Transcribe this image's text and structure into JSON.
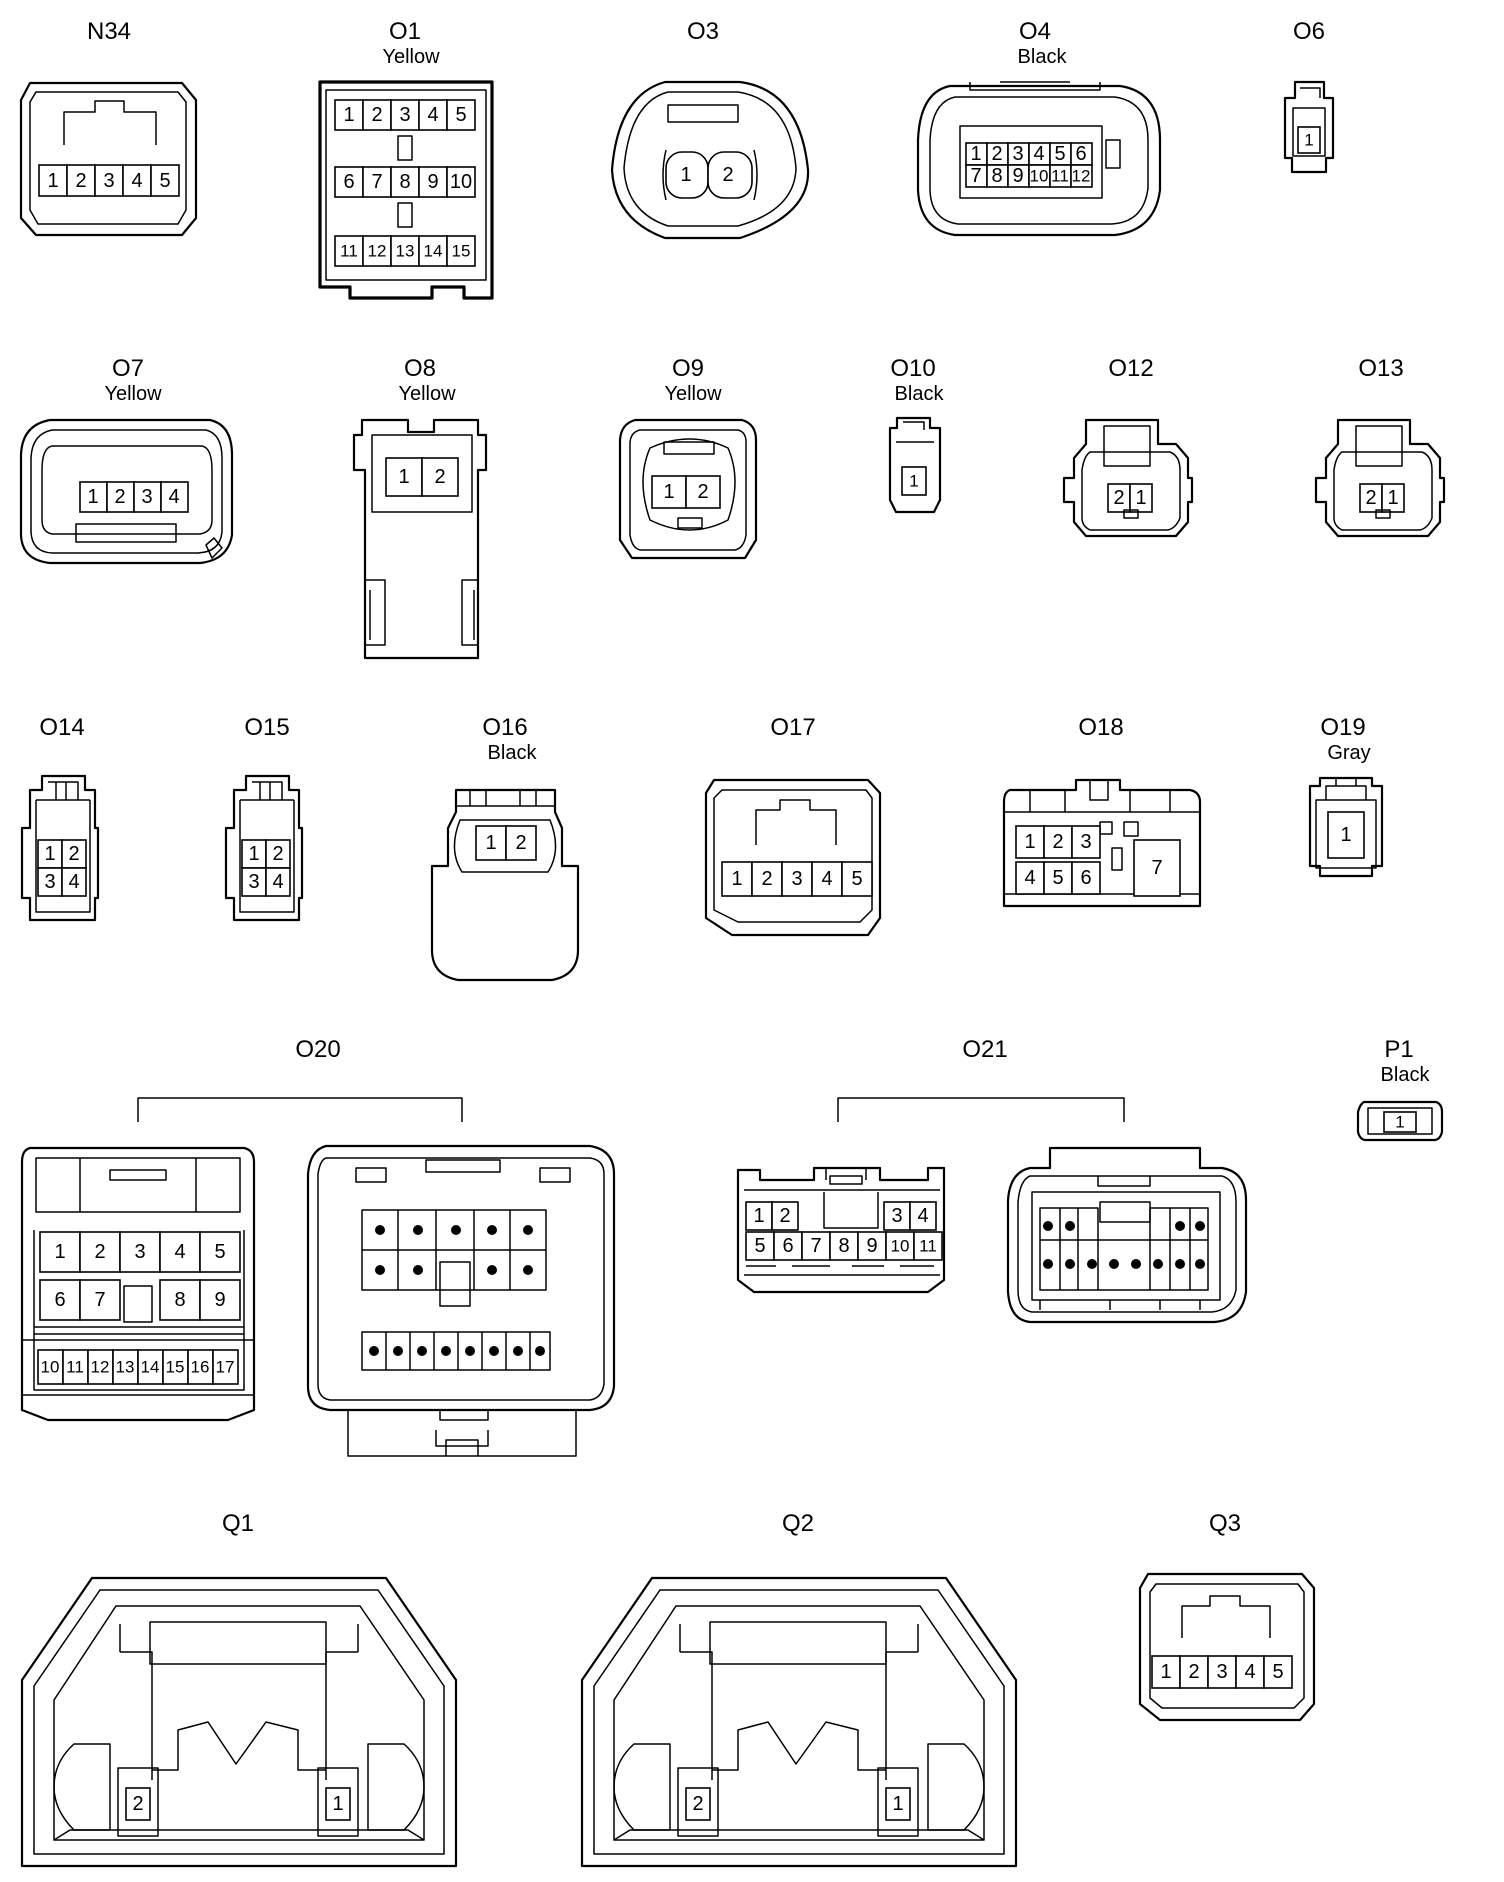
{
  "connectors": [
    {
      "id": "N34",
      "color": "",
      "pins": [
        "1",
        "2",
        "3",
        "4",
        "5"
      ]
    },
    {
      "id": "O1",
      "color": "Yellow",
      "pins": [
        "1",
        "2",
        "3",
        "4",
        "5",
        "6",
        "7",
        "8",
        "9",
        "10",
        "11",
        "12",
        "13",
        "14",
        "15"
      ]
    },
    {
      "id": "O3",
      "color": "",
      "pins": [
        "1",
        "2"
      ]
    },
    {
      "id": "O4",
      "color": "Black",
      "pins": [
        "1",
        "2",
        "3",
        "4",
        "5",
        "6",
        "7",
        "8",
        "9",
        "10",
        "11",
        "12"
      ]
    },
    {
      "id": "O6",
      "color": "",
      "pins": [
        "1"
      ]
    },
    {
      "id": "O7",
      "color": "Yellow",
      "pins": [
        "1",
        "2",
        "3",
        "4"
      ]
    },
    {
      "id": "O8",
      "color": "Yellow",
      "pins": [
        "1",
        "2"
      ]
    },
    {
      "id": "O9",
      "color": "Yellow",
      "pins": [
        "1",
        "2"
      ]
    },
    {
      "id": "O10",
      "color": "Black",
      "pins": [
        "1"
      ]
    },
    {
      "id": "O12",
      "color": "",
      "pins": [
        "2",
        "1"
      ]
    },
    {
      "id": "O13",
      "color": "",
      "pins": [
        "2",
        "1"
      ]
    },
    {
      "id": "O14",
      "color": "",
      "pins": [
        "1",
        "2",
        "3",
        "4"
      ]
    },
    {
      "id": "O15",
      "color": "",
      "pins": [
        "1",
        "2",
        "3",
        "4"
      ]
    },
    {
      "id": "O16",
      "color": "Black",
      "pins": [
        "1",
        "2"
      ]
    },
    {
      "id": "O17",
      "color": "",
      "pins": [
        "1",
        "2",
        "3",
        "4",
        "5"
      ]
    },
    {
      "id": "O18",
      "color": "",
      "pins": [
        "1",
        "2",
        "3",
        "4",
        "5",
        "6",
        "7"
      ]
    },
    {
      "id": "O19",
      "color": "Gray",
      "pins": [
        "1"
      ]
    },
    {
      "id": "O20",
      "color": "",
      "pins": [
        "1",
        "2",
        "3",
        "4",
        "5",
        "6",
        "7",
        "8",
        "9",
        "10",
        "11",
        "12",
        "13",
        "14",
        "15",
        "16",
        "17"
      ]
    },
    {
      "id": "O21",
      "color": "",
      "pins": [
        "1",
        "2",
        "3",
        "4",
        "5",
        "6",
        "7",
        "8",
        "9",
        "10",
        "11"
      ]
    },
    {
      "id": "P1",
      "color": "Black",
      "pins": [
        "1"
      ]
    },
    {
      "id": "Q1",
      "color": "",
      "pins": [
        "2",
        "1"
      ]
    },
    {
      "id": "Q2",
      "color": "",
      "pins": [
        "2",
        "1"
      ]
    },
    {
      "id": "Q3",
      "color": "",
      "pins": [
        "1",
        "2",
        "3",
        "4",
        "5"
      ]
    }
  ]
}
